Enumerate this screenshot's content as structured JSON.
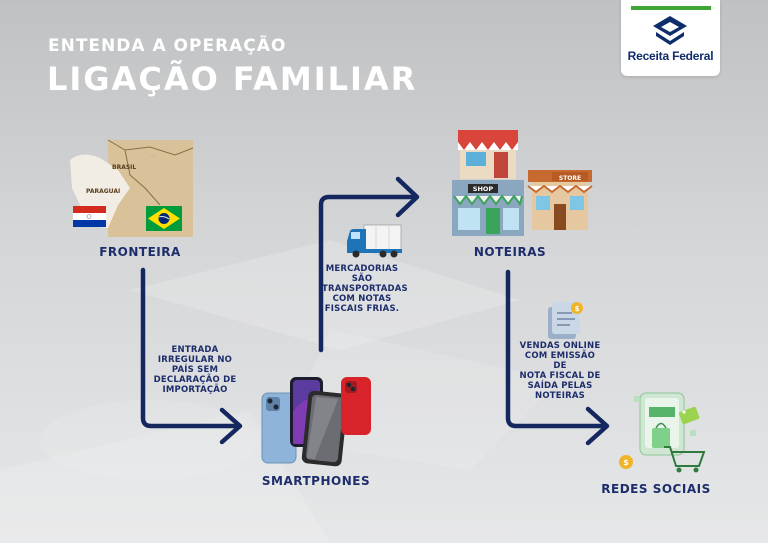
{
  "header": {
    "subtitle": "ENTENDA A OPERAÇÃO",
    "title": "LIGAÇÃO FAMILIAR"
  },
  "logo": {
    "text": "Receita Federal",
    "bar_color": "#3fa535",
    "text_color": "#0f2c6b"
  },
  "map": {
    "label_brasil": "BRASIL",
    "label_paraguai": "PARAGUAI"
  },
  "nodes": {
    "fronteira": "FRONTEIRA",
    "noteiras": "NOTEIRAS",
    "smartphones": "SMARTPHONES",
    "redes_sociais": "REDES SOCIAIS"
  },
  "notes": {
    "entrada": [
      "ENTRADA",
      "IRREGULAR NO",
      "PAÍS SEM",
      "DECLARAÇÃO DE",
      "IMPORTAÇÃO"
    ],
    "mercadorias": [
      "MERCADORIAS SÃO",
      "TRANSPORTADAS",
      "COM NOTAS",
      "FISCAIS FRIAS."
    ],
    "vendas": [
      "VENDAS ONLINE",
      "COM EMISSÃO DE",
      "NOTA FISCAL DE",
      "SAÍDA PELAS",
      "NOTEIRAS"
    ]
  },
  "shop_signs": {
    "shop": "SHOP",
    "store": "STORE"
  },
  "colors": {
    "arrow": "#14275e",
    "text": "#1d2d6b"
  }
}
